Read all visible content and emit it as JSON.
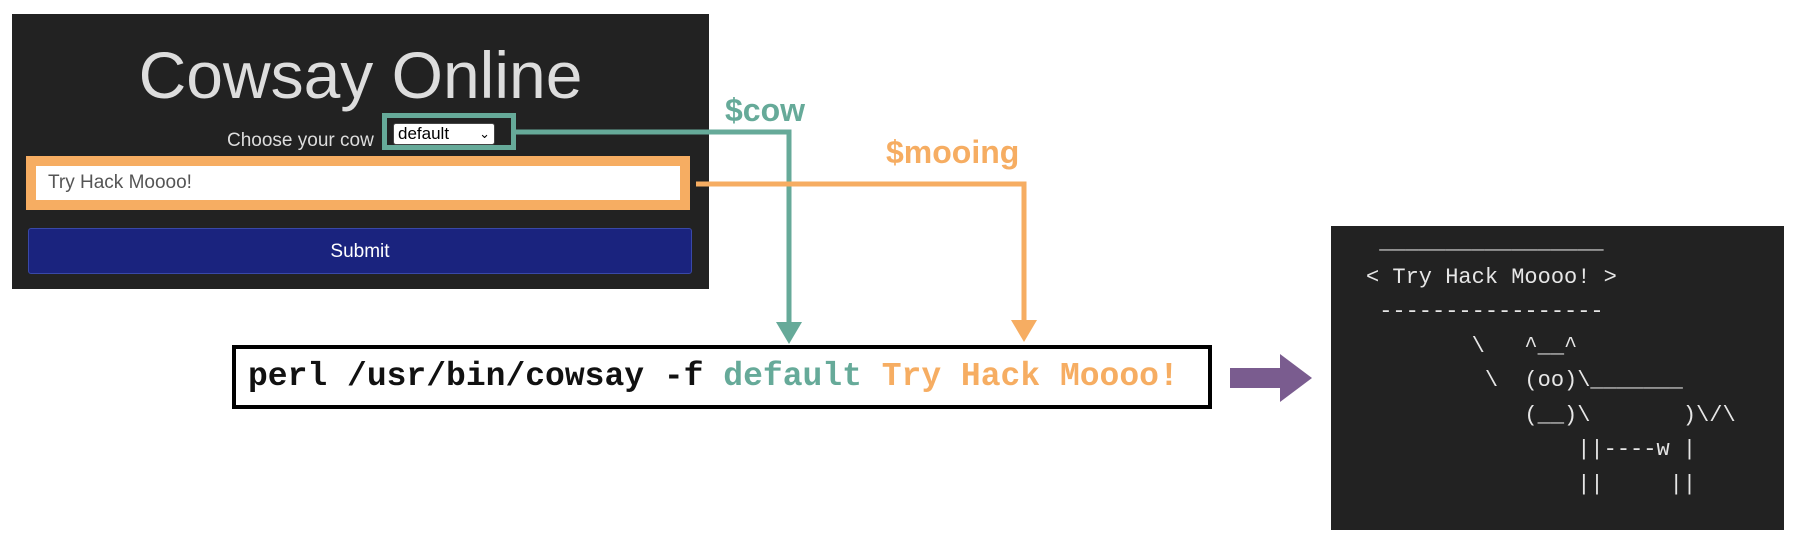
{
  "form": {
    "title": "Cowsay Online",
    "cow_label": "Choose your cow",
    "cow_selected": "default",
    "message_value": "Try Hack Moooo!",
    "submit_label": "Submit"
  },
  "variables": {
    "cow": "$cow",
    "mooing": "$mooing"
  },
  "command": {
    "base": "perl /usr/bin/cowsay -f ",
    "cow_value": "default",
    "message_value": "Try Hack Moooo!"
  },
  "terminal": {
    "output": " _________________\n< Try Hack Moooo! >\n -----------------\n        \\   ^__^\n         \\  (oo)\\_______\n            (__)\\       )\\/\\\n                ||----w |\n                ||     ||"
  },
  "colors": {
    "panel_bg": "#222222",
    "cow_accent": "#66aa99",
    "mooing_accent": "#f6ad62",
    "submit_bg": "#1a237e",
    "flow_arrow": "#7a5c8f"
  },
  "icons": {
    "select_chevron": "chevron-down-icon",
    "flow_arrow": "arrow-right-icon"
  }
}
